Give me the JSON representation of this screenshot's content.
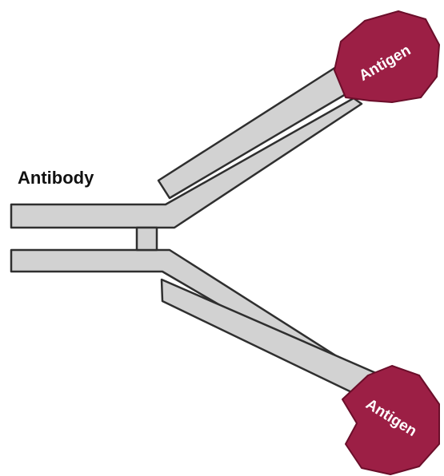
{
  "diagram": {
    "antibody_label": "Antibody",
    "antigen_top_label": "Antigen",
    "antigen_bottom_label": "Antigen"
  },
  "colors": {
    "background": "#ffffff",
    "chain_fill": "#d2d2d2",
    "chain_stroke": "#2f2f2f",
    "antigen_fill": "#9c1f45",
    "antigen_stroke": "#6b0e2a",
    "label_text": "#111111",
    "antigen_text": "#ffffff"
  }
}
